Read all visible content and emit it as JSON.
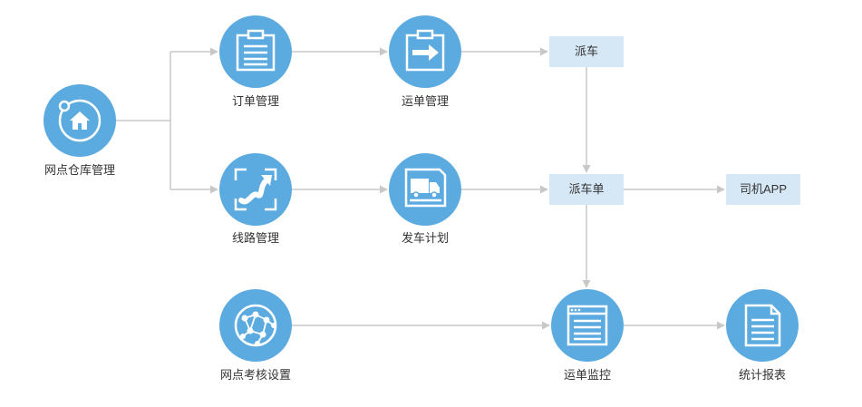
{
  "diagram": {
    "nodes": {
      "warehouse": {
        "label": "网点仓库管理",
        "icon": "house-icon"
      },
      "order": {
        "label": "订单管理",
        "icon": "clipboard-icon"
      },
      "waybill": {
        "label": "运单管理",
        "icon": "clipboard-arrow-icon"
      },
      "route": {
        "label": "线路管理",
        "icon": "route-icon"
      },
      "dispatch_plan": {
        "label": "发车计划",
        "icon": "truck-icon"
      },
      "assessment": {
        "label": "网点考核设置",
        "icon": "network-icon"
      },
      "monitor": {
        "label": "运单监控",
        "icon": "browser-window-icon"
      },
      "report": {
        "label": "统计报表",
        "icon": "document-icon"
      }
    },
    "boxes": {
      "dispatch": "派车",
      "dispatch_order": "派车单",
      "driver_app": "司机APP"
    },
    "colors": {
      "circle": "#5cabe0",
      "box": "#d6e8f6",
      "connector": "#c8c8c8",
      "text": "#333333"
    }
  }
}
